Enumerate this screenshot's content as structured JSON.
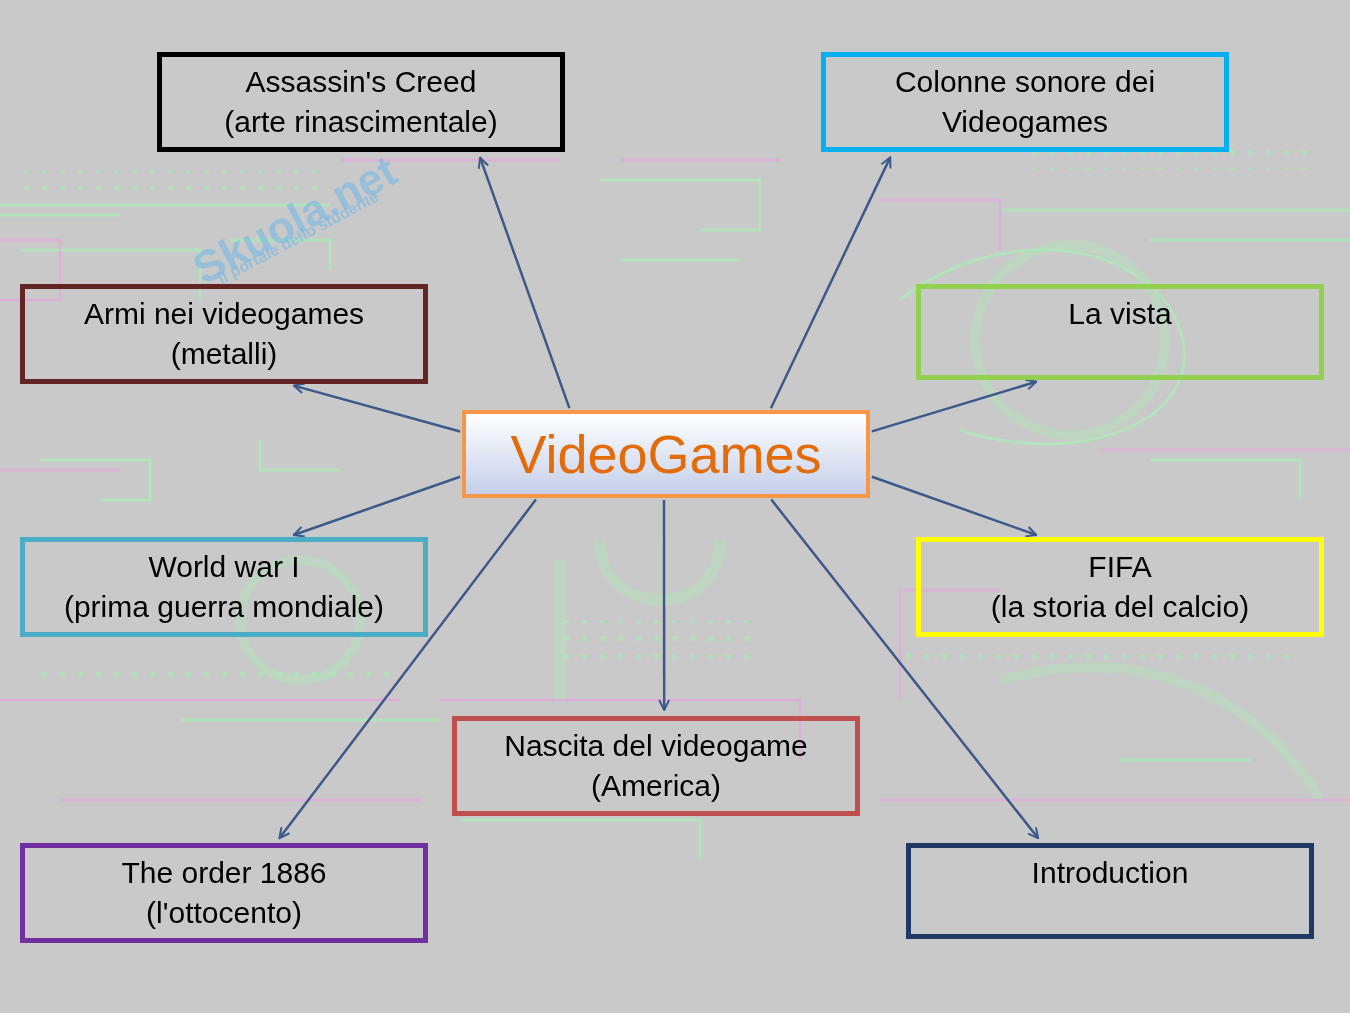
{
  "diagram": {
    "nodes": [
      {
        "text": [
          "VideoGames"
        ]
      },
      {
        "text": [
          "Assassin's Creed (arte rinascimentale)"
        ]
      },
      {
        "text": [
          "Colonne sonore dei Videogames"
        ]
      },
      {
        "text": [
          "Armi nei videogames (metalli)"
        ]
      },
      {
        "text": [
          "La vista"
        ]
      },
      {
        "text": [
          "World war I (prima guerra mondiale)"
        ]
      },
      {
        "text": [
          "FIFA (la storia del calcio)"
        ]
      },
      {
        "text": [
          "Nascita del videogame (America)"
        ]
      },
      {
        "text": [
          "The order 1886 (l'ottocento)"
        ]
      },
      {
        "text": [
          "Introduction"
        ]
      }
    ],
    "edges": [
      {
        "from": 0,
        "to": 1,
        "arrow": "to"
      },
      {
        "from": 0,
        "to": 2,
        "arrow": "to"
      },
      {
        "from": 0,
        "to": 3,
        "arrow": "to"
      },
      {
        "from": 0,
        "to": 4,
        "arrow": "to"
      },
      {
        "from": 0,
        "to": 5,
        "arrow": "to"
      },
      {
        "from": 0,
        "to": 6,
        "arrow": "to"
      },
      {
        "from": 0,
        "to": 7,
        "arrow": "to"
      },
      {
        "from": 0,
        "to": 8,
        "arrow": "to"
      },
      {
        "from": 0,
        "to": 9,
        "arrow": "to"
      }
    ],
    "labels": [
      "Skuola.net",
      "il portale dello studente"
    ]
  }
}
